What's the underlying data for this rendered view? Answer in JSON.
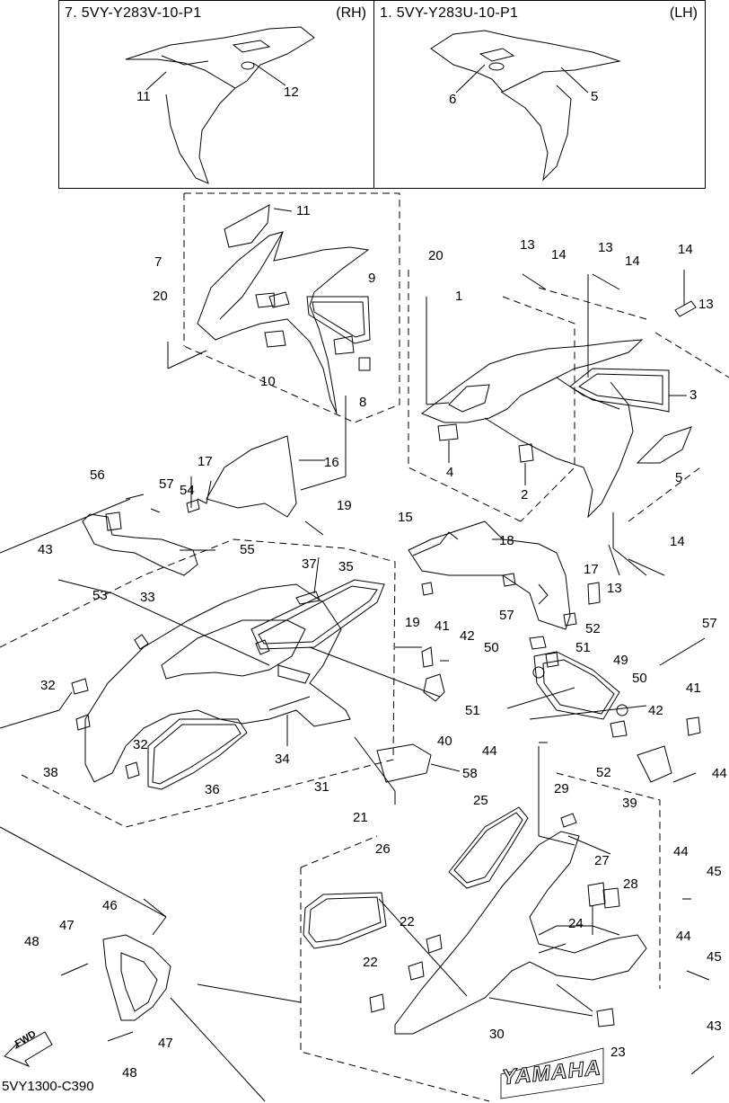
{
  "header": {
    "right_panel": {
      "title": "7. 5VY-Y283V-10-P1",
      "side": "(RH)"
    },
    "left_panel": {
      "title": "1. 5VY-Y283U-10-P1",
      "side": "(LH)"
    }
  },
  "footer_code": "5VY1300-C390",
  "fwd_label": "FWD",
  "yamaha_logo_text": "YAMAHA",
  "callouts": {
    "inset_rh_11": "11",
    "inset_rh_12": "12",
    "inset_lh_6": "6",
    "inset_lh_5": "5",
    "p11": "11",
    "p7": "7",
    "p9": "9",
    "p20a": "20",
    "p10": "10",
    "p8": "8",
    "p20b": "20",
    "p1": "1",
    "p13a": "13",
    "p14a": "14",
    "p13b": "13",
    "p14b": "14",
    "p14c": "14",
    "p13c": "13",
    "p3": "3",
    "p4": "4",
    "p2": "2",
    "p5": "5",
    "p56": "56",
    "p57a": "57",
    "p54": "54",
    "p17a": "17",
    "p16": "16",
    "p19a": "19",
    "p43a": "43",
    "p55": "55",
    "p53": "53",
    "p15": "15",
    "p18": "18",
    "p14d": "14",
    "p13d": "13",
    "p33": "33",
    "p37": "37",
    "p35": "35",
    "p17b": "17",
    "p19b": "19",
    "p57b": "57",
    "p52a": "52",
    "p41a": "41",
    "p42a": "42",
    "p50a": "50",
    "p51a": "51",
    "p49": "49",
    "p57c": "57",
    "p32a": "32",
    "p51b": "51",
    "p50b": "50",
    "p41b": "41",
    "p40": "40",
    "p42b": "42",
    "p38": "38",
    "p32b": "32",
    "p34": "34",
    "p44a": "44",
    "p52b": "52",
    "p44b": "44",
    "p36": "36",
    "p31": "31",
    "p58": "58",
    "p39": "39",
    "p29": "29",
    "p21": "21",
    "p25": "25",
    "p26": "26",
    "p44c": "44",
    "p27": "27",
    "p45a": "45",
    "p28": "28",
    "p46": "46",
    "p47a": "47",
    "p22a": "22",
    "p24": "24",
    "p48a": "48",
    "p44d": "44",
    "p45b": "45",
    "p22b": "22",
    "p43b": "43",
    "p23": "23",
    "p30": "30",
    "p47b": "47",
    "p48b": "48"
  }
}
